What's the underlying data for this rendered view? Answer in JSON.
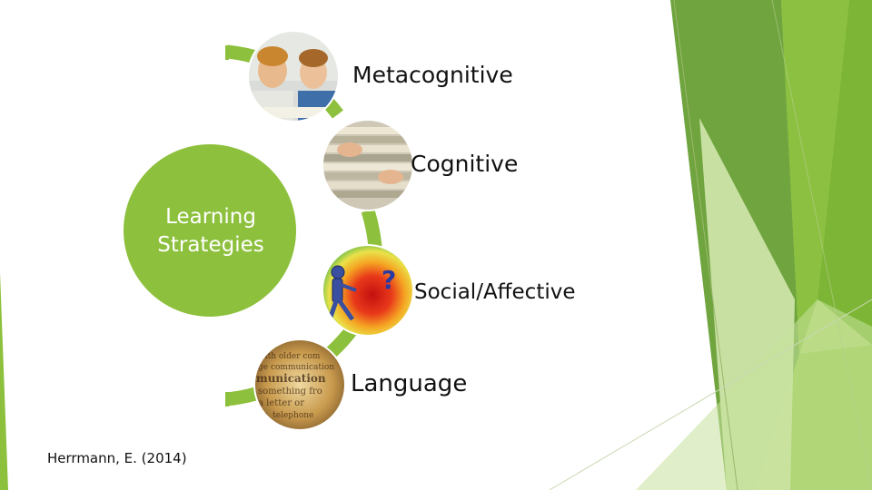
{
  "diagram": {
    "center": {
      "line1": "Learning",
      "line2": "Strategies"
    },
    "items": [
      {
        "label": "Metacognitive",
        "image": "children-reading-photo"
      },
      {
        "label": "Cognitive",
        "image": "stacked-books-photo"
      },
      {
        "label": "Social/Affective",
        "image": "confused-figure-question-mark"
      },
      {
        "label": "Language",
        "image": "dictionary-text-closeup"
      }
    ]
  },
  "citation": "Herrmann, E. (2014)",
  "colors": {
    "accent_green": "#8dc03c",
    "light_green": "#b7d77a",
    "dark_green": "#5f9b35"
  }
}
